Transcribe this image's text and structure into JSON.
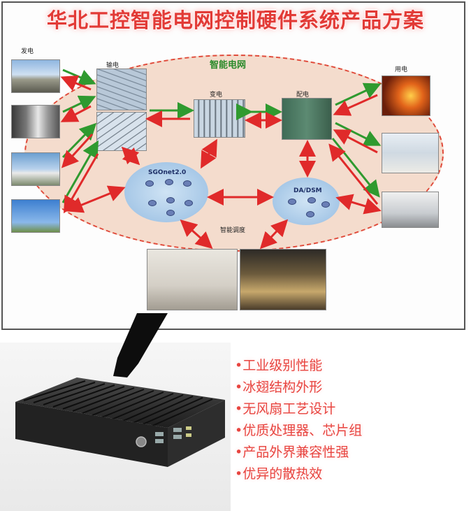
{
  "title": "华北工控智能电网控制硬件系统产品方案",
  "diagram": {
    "center_label": "智能电网",
    "labels": {
      "generation": "发电",
      "transmission": "输电",
      "substation": "变电",
      "distribution": "配电",
      "consumption": "用电",
      "dispatch": "智能调度",
      "sgnet": "SGOnet2.0",
      "dadsm": "DA/DSM"
    },
    "colors": {
      "green_arrow": "#2f9a2f",
      "red_arrow": "#e02a2a",
      "ellipse_fill": "#f4dccd"
    }
  },
  "features": [
    "•工业级别性能",
    "•冰翅结构外形",
    "•无风扇工艺设计",
    "•优质处理器、芯片组",
    "•产品外界兼容性强",
    "•优异的散热效"
  ]
}
